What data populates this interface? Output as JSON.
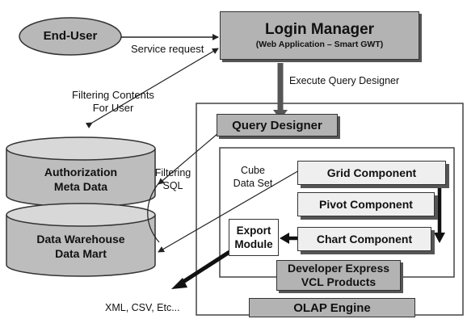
{
  "nodes": {
    "end_user": "End-User",
    "login_manager": {
      "title": "Login Manager",
      "subtitle": "(Web Application – Smart GWT)"
    },
    "query_designer": "Query Designer",
    "authorization": {
      "line1": "Authorization",
      "line2": "Meta Data"
    },
    "data_warehouse": {
      "line1": "Data Warehouse",
      "line2": "Data Mart"
    },
    "grid_component": "Grid Component",
    "pivot_component": "Pivot Component",
    "chart_component": "Chart Component",
    "export_module": {
      "line1": "Export",
      "line2": "Module"
    },
    "devexpress": {
      "line1": "Developer Express",
      "line2": "VCL Products"
    },
    "olap_engine": "OLAP Engine"
  },
  "labels": {
    "service_request": "Service request",
    "execute_query_designer": "Execute Query Designer",
    "filtering_contents": {
      "line1": "Filtering Contents",
      "line2": "For User"
    },
    "filtering_sql": {
      "line1": "Filtering",
      "line2": "SQL"
    },
    "cube_data_set": {
      "line1": "Cube",
      "line2": "Data Set"
    },
    "export_formats": "XML, CSV, Etc..."
  }
}
